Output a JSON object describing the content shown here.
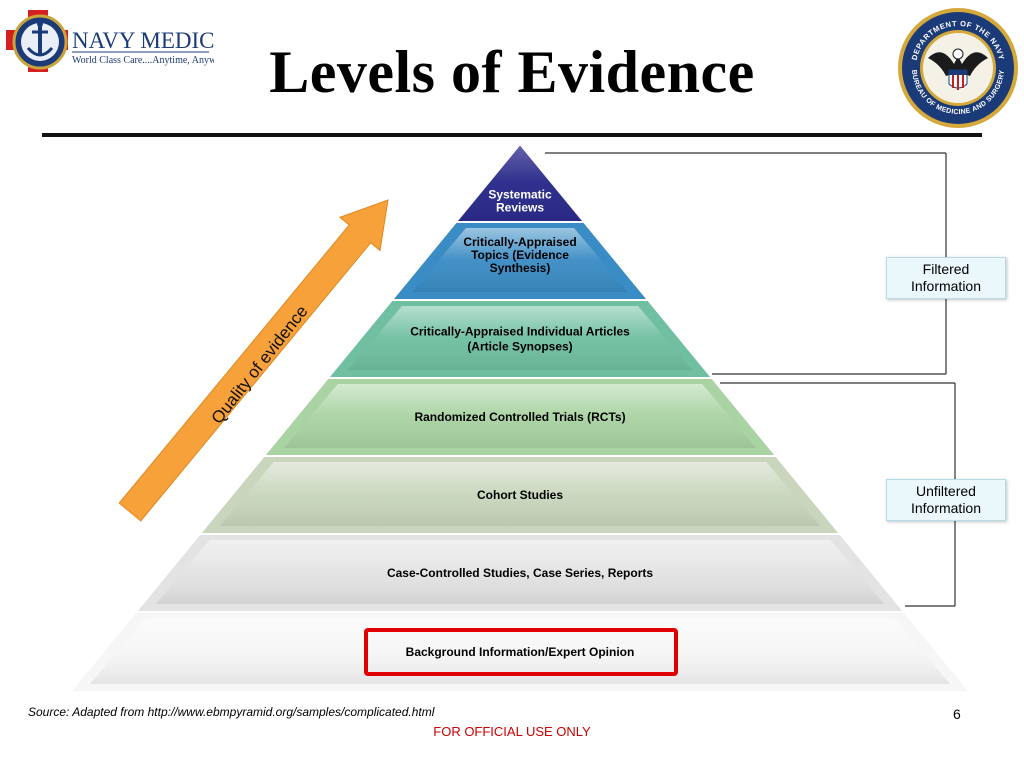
{
  "slide": {
    "title": "Levels of Evidence",
    "source": "Source: Adapted from http://www.ebmpyramid.org/samples/complicated.html",
    "page_number": "6",
    "footer": "FOR OFFICIAL USE ONLY"
  },
  "logo": {
    "name": "NAVY MEDICINE",
    "tagline": "World Class Care....Anytime, Anywhere",
    "icon": "anchor-cross-icon"
  },
  "seal": {
    "top_text": "DEPARTMENT OF THE NAVY",
    "bottom_text": "BUREAU OF MEDICINE AND SURGERY",
    "icon": "eagle-seal-icon"
  },
  "pyramid": {
    "tiers": [
      {
        "lines": [
          "Systematic",
          "Reviews"
        ],
        "color": "#2a2a8a"
      },
      {
        "lines": [
          "Critically-Appraised",
          "Topics (Evidence",
          "Synthesis)"
        ],
        "color": "#3a8cc4"
      },
      {
        "lines": [
          "Critically-Appraised Individual Articles",
          "(Article Synopses)"
        ],
        "color": "#6fbfa0"
      },
      {
        "lines": [
          "Randomized Controlled Trials (RCTs)"
        ],
        "color": "#a9d3a2"
      },
      {
        "lines": [
          "Cohort Studies"
        ],
        "color": "#c9d6bd"
      },
      {
        "lines": [
          "Case-Controlled Studies, Case Series, Reports"
        ],
        "color": "#e3e3e3"
      },
      {
        "lines": [
          "Background Information/Expert Opinion"
        ],
        "color": "#f6f6f6",
        "highlight_color": "#e00000"
      }
    ]
  },
  "brackets": {
    "filtered": {
      "lines": [
        "Filtered",
        "Information"
      ]
    },
    "unfiltered": {
      "lines": [
        "Unfiltered",
        "Information"
      ]
    }
  },
  "arrow": {
    "label": "Quality of evidence",
    "color": "#f7a13a"
  }
}
